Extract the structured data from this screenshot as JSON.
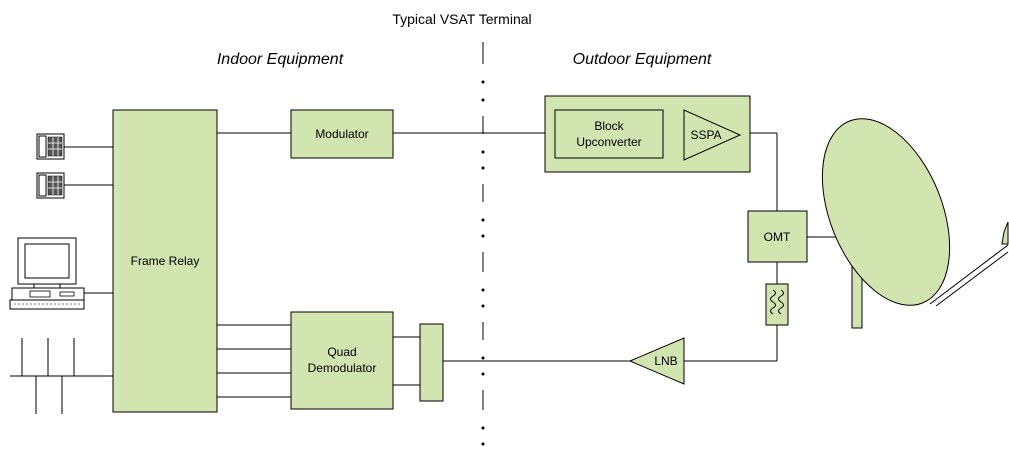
{
  "title": "Typical VSAT Terminal",
  "sections": {
    "indoor": "Indoor Equipment",
    "outdoor": "Outdoor Equipment"
  },
  "blocks": {
    "frame_relay": "Frame Relay",
    "modulator": "Modulator",
    "block_upconverter_line1": "Block",
    "block_upconverter_line2": "Upconverter",
    "sspa": "SSPA",
    "omt": "OMT",
    "lnb": "LNB",
    "quad_demodulator_line1": "Quad",
    "quad_demodulator_line2": "Demodulator"
  },
  "colors": {
    "block_fill": "#d2e5b0",
    "stroke": "#000000"
  },
  "icons": [
    "telephone-icon",
    "telephone-icon",
    "computer-icon",
    "filter-icon",
    "dish-antenna-icon"
  ]
}
